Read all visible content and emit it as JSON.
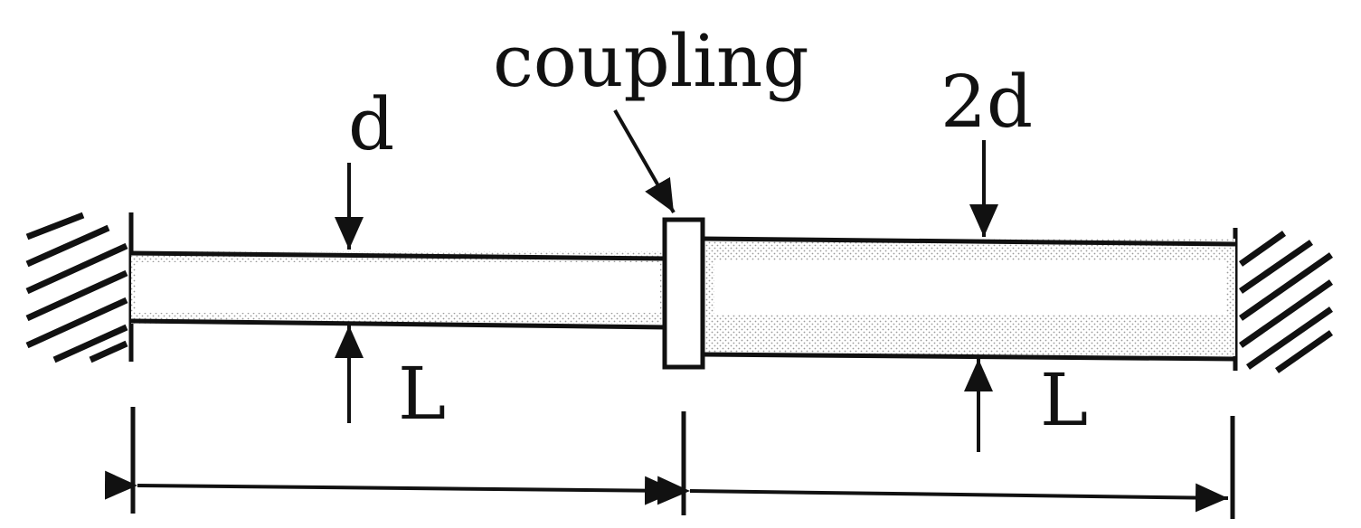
{
  "labels": {
    "coupling": "coupling",
    "left_diameter": "d",
    "right_diameter": "2d",
    "left_length": "L",
    "right_length": "L"
  },
  "colors": {
    "ink": "#111111",
    "shaft_shade": "#c8c8c8",
    "background": "#ffffff"
  },
  "icons": [
    "fixed-support-hatch",
    "dimension-arrow"
  ]
}
